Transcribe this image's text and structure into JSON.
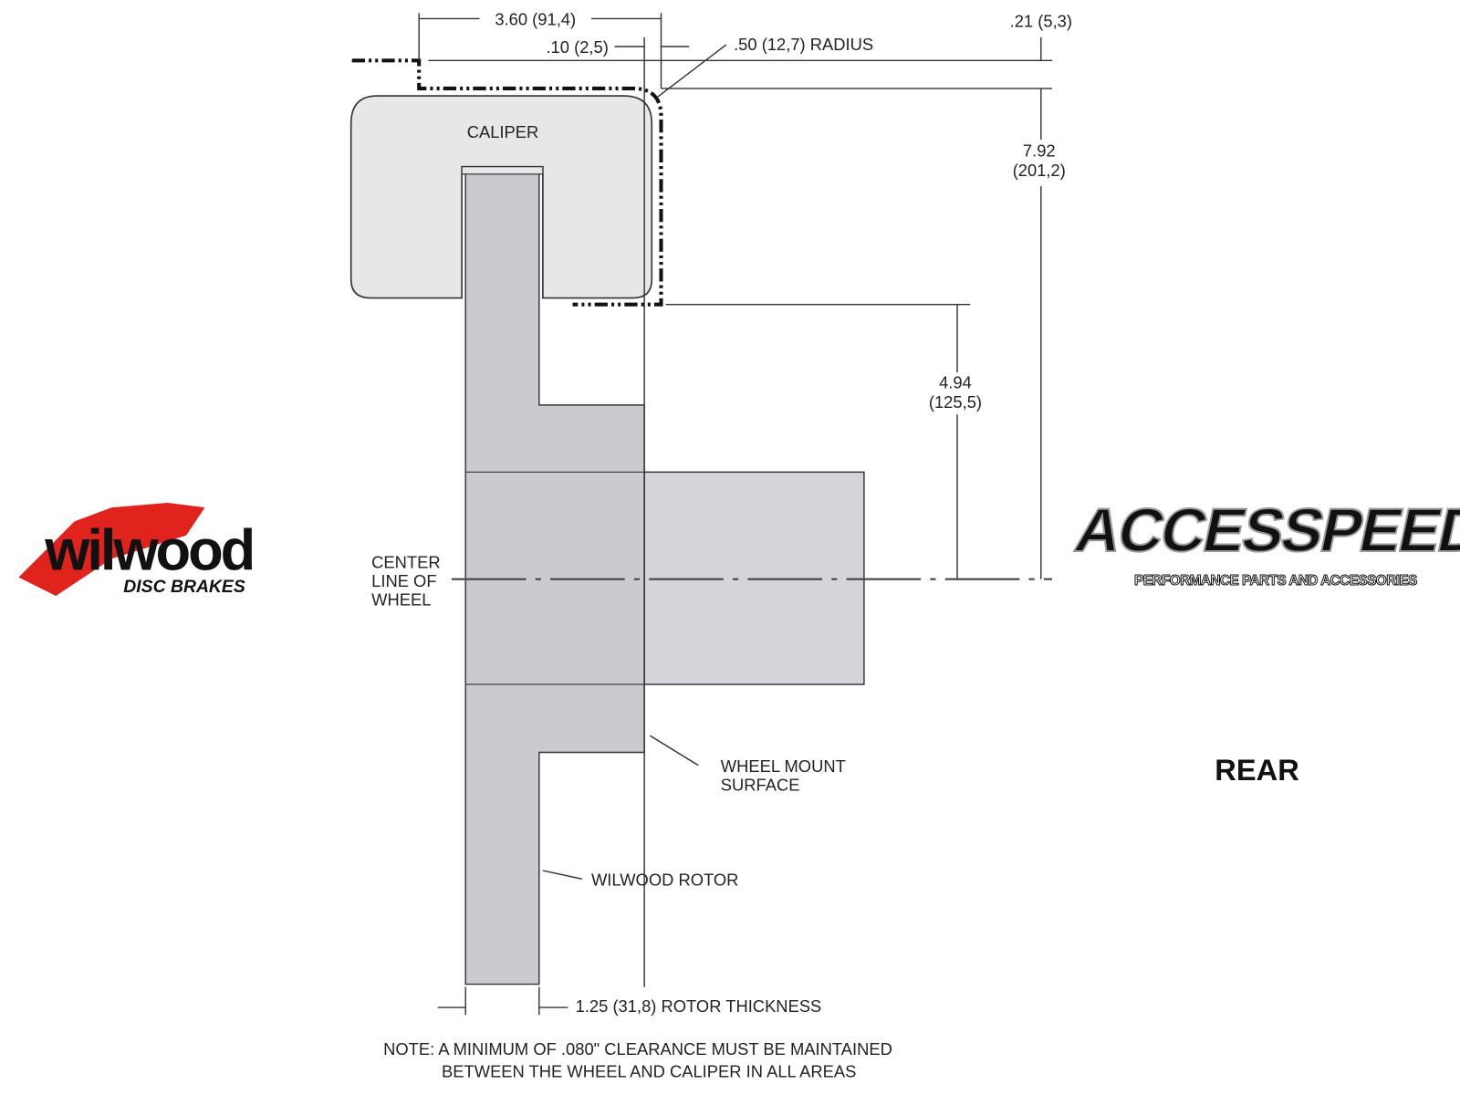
{
  "labels": {
    "caliper": "CALIPER",
    "dim_width": "3.60 (91,4)",
    "dim_clearance": ".10 (2,5)",
    "dim_radius": ".50 (12,7) RADIUS",
    "dim_top": ".21 (5,3)",
    "dim_height_1": "7.92",
    "dim_height_2": "(201,2)",
    "dim_mount_1": "4.94",
    "dim_mount_2": "(125,5)",
    "centerline_1": "CENTER",
    "centerline_2": "LINE OF",
    "centerline_3": "WHEEL",
    "wheel_mount_1": "WHEEL MOUNT",
    "wheel_mount_2": "SURFACE",
    "rotor": "WILWOOD ROTOR",
    "rotor_thickness": "1.25 (31,8) ROTOR THICKNESS",
    "note_1": "NOTE: A MINIMUM OF .080\" CLEARANCE MUST BE MAINTAINED",
    "note_2": "BETWEEN THE WHEEL AND CALIPER IN ALL AREAS",
    "position": "REAR"
  },
  "logos": {
    "wilwood_word": "wilwood",
    "wilwood_sub": "DISC BRAKES",
    "accesspeed_word": "ACCESSPEED",
    "accesspeed_sub": "PERFORMANCE PARTS AND ACCESSORIES"
  },
  "colors": {
    "caliper_fill": "#e6e7e9",
    "rotor_fill": "#c9cbce",
    "hub_fill": "#d3d5d8",
    "wilwood_red": "#e0231c"
  }
}
